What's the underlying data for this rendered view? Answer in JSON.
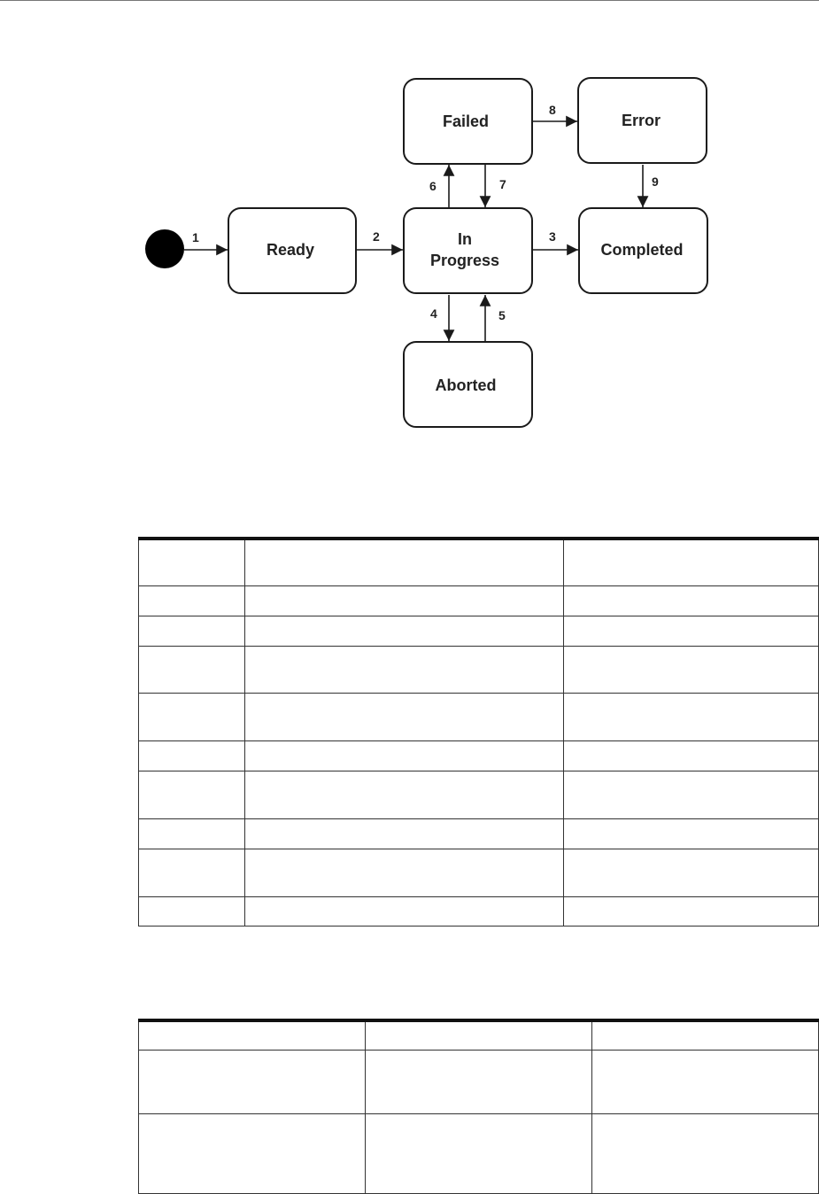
{
  "diagram": {
    "states": {
      "ready": "Ready",
      "in_progress_line1": "In",
      "in_progress_line2": "Progress",
      "completed": "Completed",
      "failed": "Failed",
      "error": "Error",
      "aborted": "Aborted"
    },
    "transitions": {
      "t1": "1",
      "t2": "2",
      "t3": "3",
      "t4": "4",
      "t5": "5",
      "t6": "6",
      "t7": "7",
      "t8": "8",
      "t9": "9"
    }
  },
  "table1": {
    "columns": 3,
    "rows": 10
  },
  "table2": {
    "columns": 3,
    "rows": 3
  }
}
